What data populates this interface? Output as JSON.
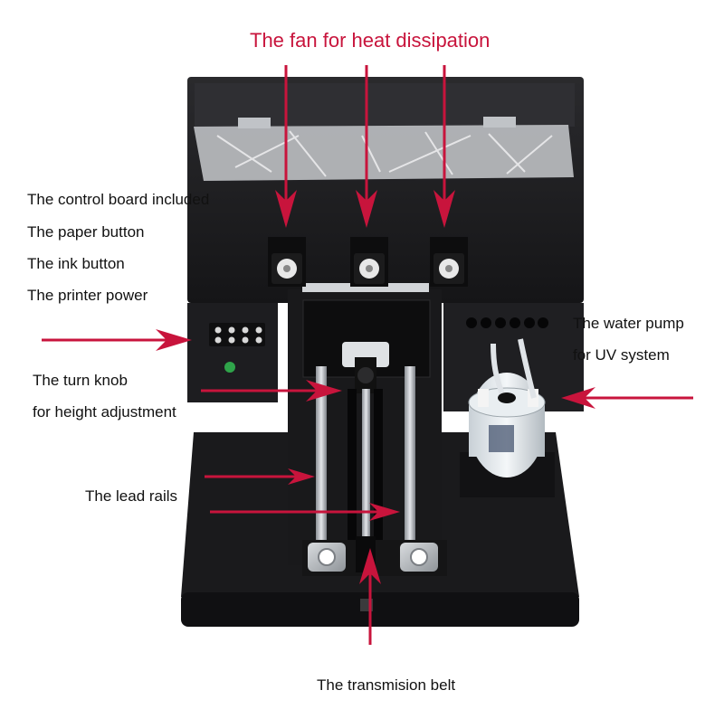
{
  "labels": {
    "fan": "The fan for  heat dissipation",
    "control_board": "The control board included",
    "paper_button": "The paper button",
    "ink_button": "The ink button",
    "printer_power": "The printer power",
    "water_pump_line1": "The water pump",
    "water_pump_line2": "for UV system",
    "turn_knob_line1": "The turn knob",
    "turn_knob_line2": "for height adjustment",
    "lead_rails": "The lead rails",
    "transmission_belt": "The transmision belt"
  },
  "colors": {
    "background": "#ffffff",
    "printer_body": "#1b1b1d",
    "annotation_red": "#c8143c",
    "label_black": "#111111",
    "fan_white": "#e8e8e8",
    "rail_steel": "#b8bcc2"
  },
  "icons": [
    "fan-icon",
    "arrow-icon",
    "power-led-icon",
    "control-panel-icon"
  ]
}
